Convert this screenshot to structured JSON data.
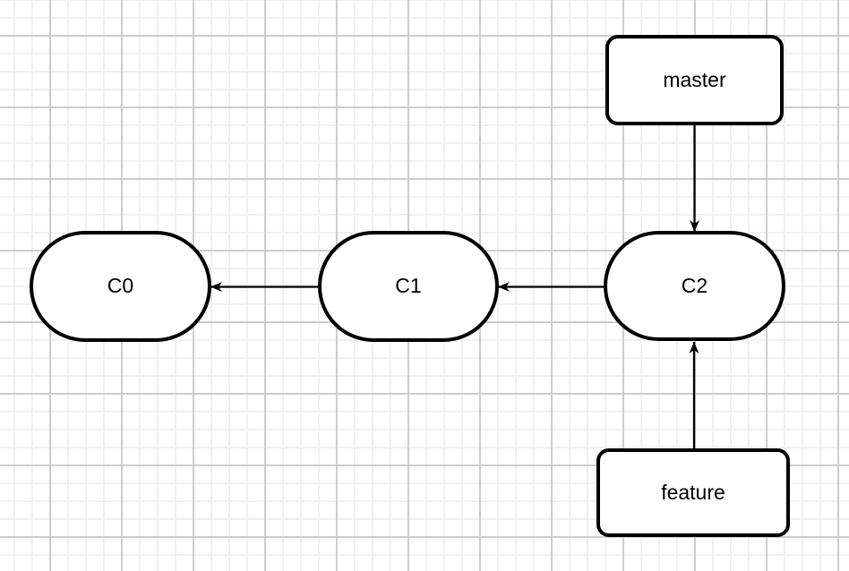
{
  "diagram": {
    "type": "git-branch-diagram",
    "nodes": [
      {
        "id": "C0",
        "label": "C0",
        "shape": "stadium"
      },
      {
        "id": "C1",
        "label": "C1",
        "shape": "stadium"
      },
      {
        "id": "C2",
        "label": "C2",
        "shape": "stadium"
      },
      {
        "id": "master",
        "label": "master",
        "shape": "rounded-rect"
      },
      {
        "id": "feature",
        "label": "feature",
        "shape": "rounded-rect"
      }
    ],
    "edges": [
      {
        "from": "C2",
        "to": "C1",
        "direction": "left"
      },
      {
        "from": "C1",
        "to": "C0",
        "direction": "left"
      },
      {
        "from": "master",
        "to": "C2",
        "direction": "down"
      },
      {
        "from": "feature",
        "to": "C2",
        "direction": "up"
      }
    ]
  },
  "colors": {
    "background": "#ffffff",
    "grid_minor": "#f0f0f0",
    "grid_major": "#cdcdcd",
    "shape_fill": "#ffffff",
    "shape_stroke": "#000000",
    "text": "#000000"
  }
}
